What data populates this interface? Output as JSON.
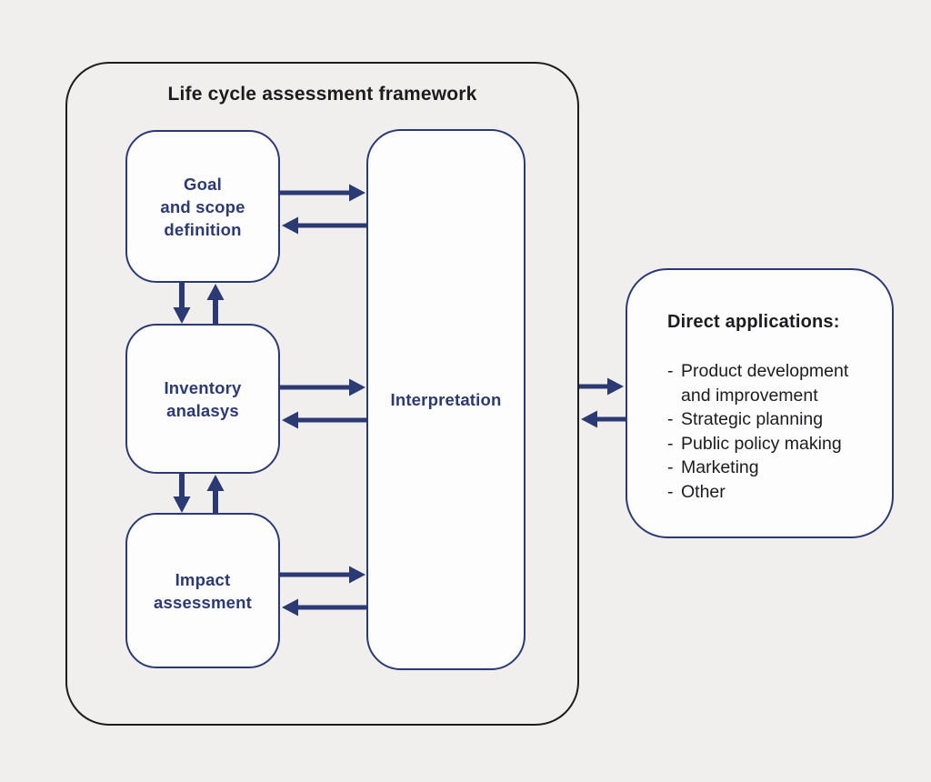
{
  "framework": {
    "title": "Life cycle assessment framework"
  },
  "nodes": {
    "goal": {
      "label": "Goal\nand scope\ndefinition"
    },
    "inventory": {
      "label": "Inventory\nanalasys"
    },
    "impact": {
      "label": "Impact\nassessment"
    },
    "interpretation": {
      "label": "Interpretation"
    }
  },
  "applications": {
    "heading": "Direct applications:",
    "bullet": "-",
    "items": [
      "Product development\nand improvement",
      "Strategic planning",
      "Public policy making",
      "Marketing",
      "Other"
    ]
  },
  "connections": [
    {
      "from": "goal-and-scope",
      "to": "interpretation",
      "bidirectional": true
    },
    {
      "from": "goal-and-scope",
      "to": "inventory-analysis",
      "bidirectional": true
    },
    {
      "from": "inventory-analysis",
      "to": "interpretation",
      "bidirectional": true
    },
    {
      "from": "inventory-analysis",
      "to": "impact-assessment",
      "bidirectional": true
    },
    {
      "from": "impact-assessment",
      "to": "interpretation",
      "bidirectional": true
    },
    {
      "from": "framework",
      "to": "direct-applications",
      "bidirectional": true
    }
  ],
  "colors": {
    "accent": "#2c3a74",
    "outline": "#1d1d1f",
    "background": "#f0efee",
    "node_fill": "#fdfdfd"
  }
}
